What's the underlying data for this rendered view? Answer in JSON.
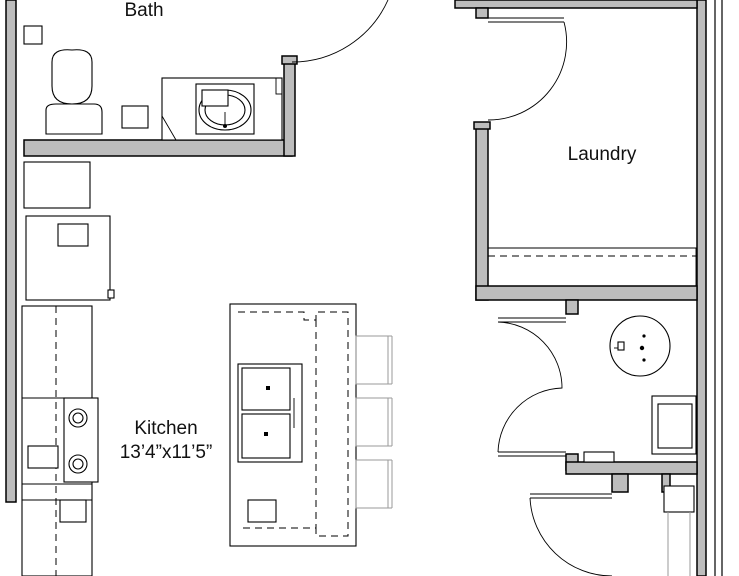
{
  "rooms": {
    "bath": "Bath",
    "laundry": "Laundry",
    "kitchen": "Kitchen",
    "kitchen_size": "13’4”x11’5”"
  },
  "colors": {
    "wall_fill": "#bdbdbd",
    "line": "#000000",
    "background": "#ffffff"
  }
}
